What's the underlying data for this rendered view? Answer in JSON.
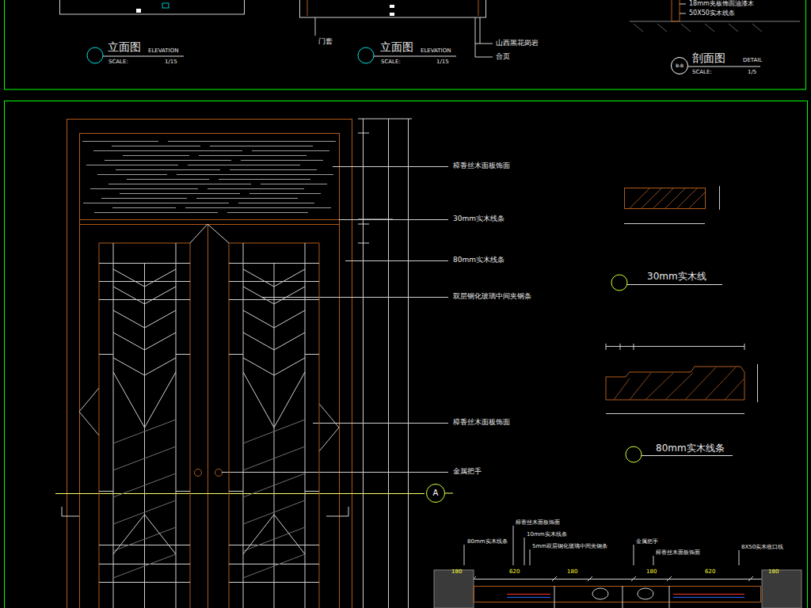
{
  "diagram": {
    "nodes": [
      {
        "text": [
          "B-B"
        ]
      },
      {
        "text": [
          "A"
        ]
      }
    ],
    "labels": [
      "18mm夹板饰面油漆木",
      "50X50实木线条",
      "立面图",
      "ELEVATION",
      "SCALE:",
      "1/15",
      "门套",
      "立面图",
      "ELEVATION",
      "SCALE:",
      "1/15",
      "山西黑花岗岩",
      "合页",
      "剖面图",
      "DETAIL",
      "SCALE:",
      "1/5",
      "樟香丝木面板饰面",
      "30mm实木线条",
      "80mm实木线条",
      "双层钢化玻璃中间夹钢条",
      "樟香丝木面板饰面",
      "金属把手",
      "30mm实木线",
      "80mm实木线条",
      "80mm实木线条",
      "樟香丝木面板饰面",
      "10mm实木线条",
      "5mm双层钢化玻璃中间夹钢条",
      "金属把手",
      "樟香丝木面板饰面",
      "8X50实木收口线",
      "180",
      "620",
      "180",
      "180",
      "620",
      "180"
    ]
  }
}
